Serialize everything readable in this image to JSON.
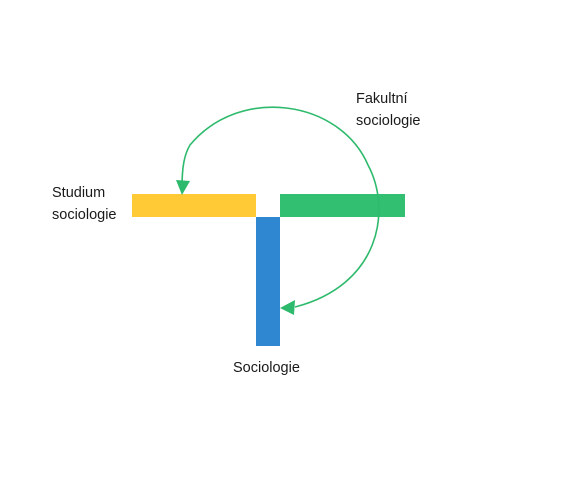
{
  "diagram": {
    "labels": {
      "studium_line1": "Studium",
      "studium_line2": "sociologie",
      "fakultni_line1": "Fakultní",
      "fakultni_line2": "sociologie",
      "sociologie": "Sociologie"
    },
    "colors": {
      "yellow_bar": "#FFCA36",
      "green_bar": "#33BF72",
      "blue_bar": "#2F86D1",
      "arrow": "#2EBA6C",
      "text": "#1a1a1a",
      "background": "#ffffff"
    }
  }
}
